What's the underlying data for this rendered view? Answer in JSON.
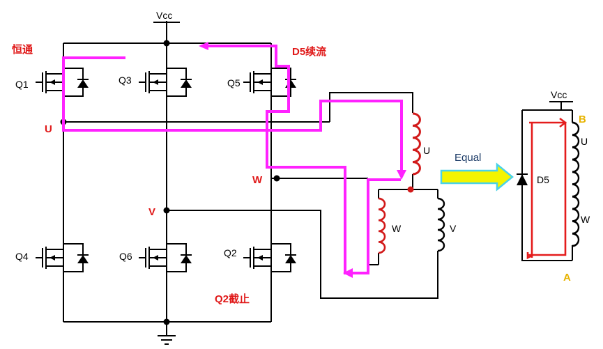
{
  "labels": {
    "vcc_left": "Vcc",
    "vcc_right": "Vcc",
    "always_on": "恒通",
    "d5_freewheel": "D5续流",
    "q2_off": "Q2截止",
    "q1": "Q1",
    "q3": "Q3",
    "q5": "Q5",
    "q4": "Q4",
    "q6": "Q6",
    "q2": "Q2",
    "node_u": "U",
    "node_v": "V",
    "node_w": "W",
    "coil_u": "U",
    "coil_w": "W",
    "coil_v": "V",
    "equal": "Equal",
    "d5": "D5",
    "right_u": "U",
    "right_w": "W",
    "right_b": "B",
    "right_a": "A"
  },
  "colors": {
    "wire": "#000000",
    "current_path": "#ff22ff",
    "coil_active": "#d21a1a",
    "label_red": "#e01818",
    "label_yellow": "#e7b300",
    "arrow_fill": "#f4f400",
    "arrow_edge": "#4ad2e8"
  }
}
